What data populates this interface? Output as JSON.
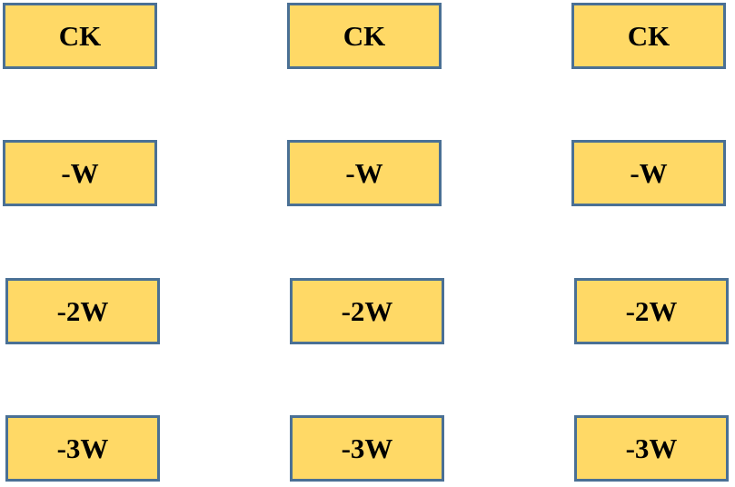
{
  "colors": {
    "box_fill": "#ffd966",
    "box_border": "#4a7095",
    "text": "#000000"
  },
  "grid": {
    "rows": [
      {
        "cells": [
          "CK",
          "CK",
          "CK"
        ]
      },
      {
        "cells": [
          "-W",
          "-W",
          "-W"
        ]
      },
      {
        "cells": [
          "-2W",
          "-2W",
          "-2W"
        ]
      },
      {
        "cells": [
          "-3W",
          "-3W",
          "-3W"
        ]
      }
    ]
  }
}
